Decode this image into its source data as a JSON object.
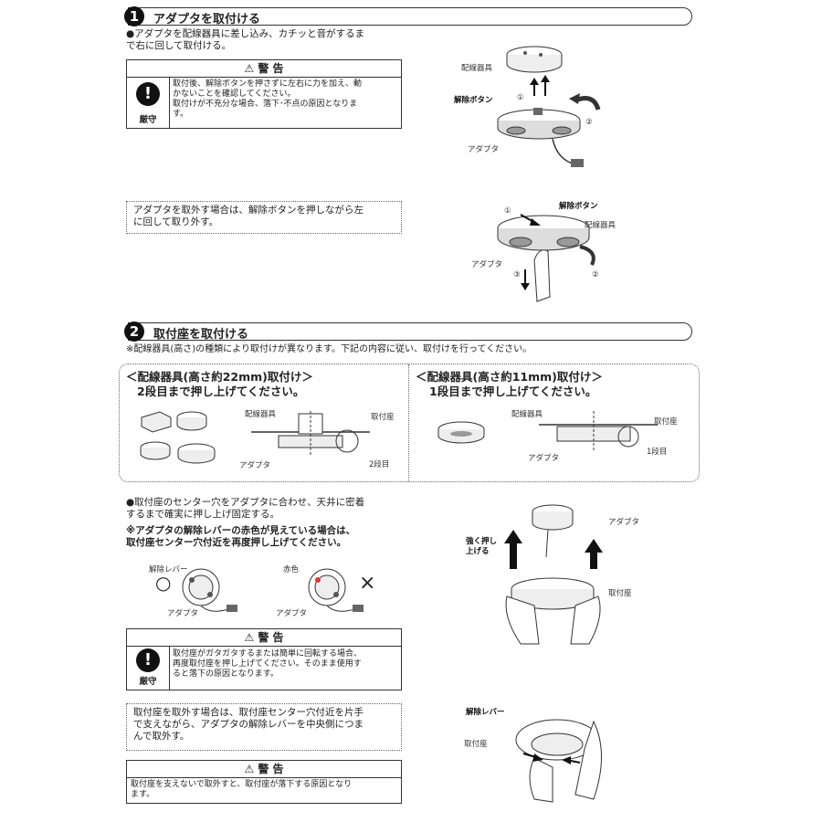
{
  "section1": {
    "num": "1",
    "title": "アダプタを取付ける",
    "bullet": "●アダプタを配線器具に差し込み、カチッと音がするま\nで右に回して取付ける。",
    "warning": {
      "header": "⚠ 警 告",
      "strict": "厳守",
      "text": "取付後、解除ボタンを押さずに左右に力を加え、動\nかないことを確認してください。\n取付けが不充分な場合、落下･不点の原因となりま\nす。"
    },
    "removal_note": "アダプタを取外す場合は、解除ボタンを押しながら左\nに回して取り外す。",
    "fig1": {
      "haisen": "配線器具",
      "kaijo": "解除ボタン",
      "adapter": "アダプタ",
      "n1": "①",
      "n2": "②"
    },
    "fig2": {
      "kaijo": "解除ボタン",
      "haisen": "配線器具",
      "adapter": "アダプタ",
      "n1": "①",
      "n2": "②",
      "n3": "③"
    }
  },
  "section2": {
    "num": "2",
    "title": "取付座を取付ける",
    "note": "※配線器具(高さ)の種類により取付けが異なります。下記の内容に従い、取付けを行ってください。",
    "left_head1": "＜配線器具(高さ約22mm)取付け＞",
    "left_head2": "2段目まで押し上げてください。",
    "right_head1": "＜配線器具(高さ約11mm)取付け＞",
    "right_head2": "1段目まで押し上げてください。",
    "left_fig": {
      "haisen": "配線器具",
      "toritsukeza": "取付座",
      "adapter": "アダプタ",
      "dan": "2段目"
    },
    "right_fig": {
      "haisen": "配線器具",
      "toritsukeza": "取付座",
      "adapter": "アダプタ",
      "dan": "1段目"
    },
    "bullet": "●取付座のセンター穴をアダプタに合わせ、天井に密着\nするまで確実に押し上げ固定する。",
    "caution": "※アダプタの解除レバーの赤色が見えている場合は、\n取付座センター穴付近を再度押し上げてください。",
    "lever_fig": {
      "lever": "解除レバー",
      "red": "赤色",
      "adapter1": "アダプタ",
      "adapter2": "アダプタ",
      "ok": "○",
      "ng": "×"
    },
    "push_fig": {
      "adapter": "アダプタ",
      "push": "強く押し\n上げる",
      "toritsukeza": "取付座"
    },
    "warning": {
      "header": "⚠ 警 告",
      "strict": "厳守",
      "text": "取付座がガタガタするまたは簡単に回転する場合、\n再度取付座を押し上げてください。そのまま使用す\nると落下の原因となります。"
    },
    "removal_note": "取付座を取外す場合は、取付座センター穴付近を片手\nで支えながら、アダプタの解除レバーを中央側につま\nんで取外す。",
    "removal_fig": {
      "lever": "解除レバー",
      "toritsukeza": "取付座"
    },
    "warning2": {
      "header": "⚠ 警 告",
      "text": "取付座を支えないで取外すと、取付座が落下する原因となり\nます。"
    }
  }
}
